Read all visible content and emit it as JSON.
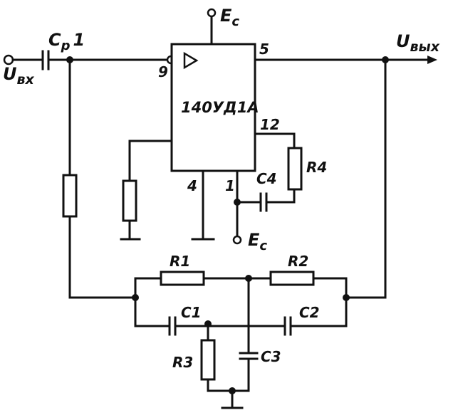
{
  "labels": {
    "input": "U",
    "input_sub": "вх",
    "output": "U",
    "output_sub": "вых",
    "supply_top": "E",
    "supply_top_sub": "c",
    "supply_bottom": "E",
    "supply_bottom_sub": "c",
    "ic_name": "140УД1А",
    "pin_5": "5",
    "pin_9": "9",
    "pin_12": "12",
    "pin_4": "4",
    "pin_1": "1",
    "cp1": "C",
    "cp1_sub": "p",
    "cp1_num": "1",
    "r1": "R1",
    "r2": "R2",
    "r3": "R3",
    "r4": "R4",
    "c1": "C1",
    "c2": "C2",
    "c3": "C3",
    "c4": "C4"
  }
}
